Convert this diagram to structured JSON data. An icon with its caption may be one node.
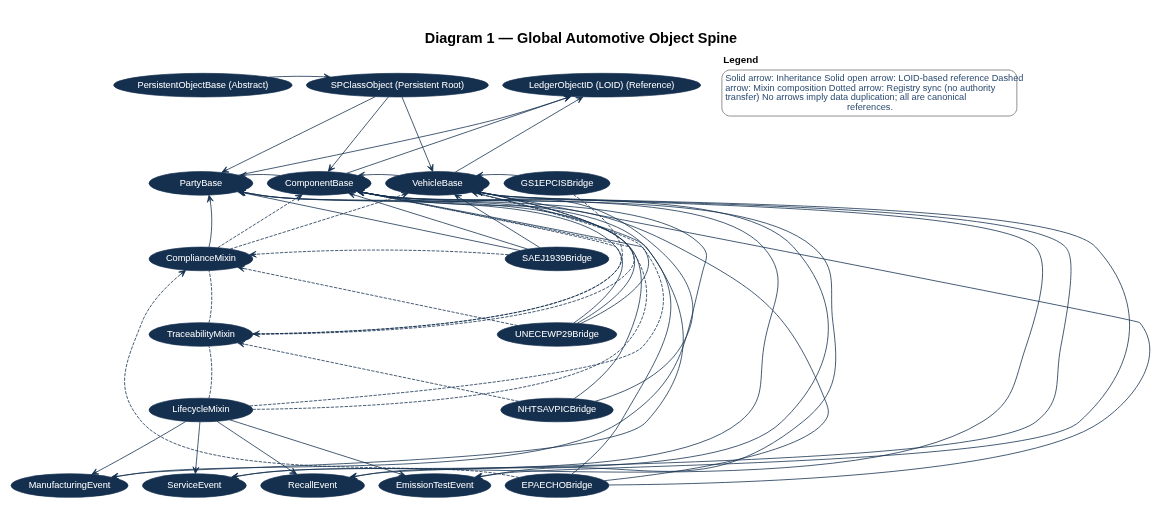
{
  "diagram": {
    "title": "Diagram 1 — Global Automotive Object Spine",
    "nodes": [
      {
        "text": [
          "PersistentObjectBase (Abstract)"
        ]
      },
      {
        "text": [
          "SPClassObject (Persistent Root)"
        ]
      },
      {
        "text": [
          "LedgerObjectID (LOID) (Reference)"
        ]
      },
      {
        "text": [
          "PartyBase"
        ]
      },
      {
        "text": [
          "ComponentBase"
        ]
      },
      {
        "text": [
          "VehicleBase"
        ]
      },
      {
        "text": [
          "GS1EPCISBridge"
        ]
      },
      {
        "text": [
          "SAEJ1939Bridge"
        ]
      },
      {
        "text": [
          "UNECEWP29Bridge"
        ]
      },
      {
        "text": [
          "NHTSAVPICBridge"
        ]
      },
      {
        "text": [
          "EPAECHOBridge"
        ]
      },
      {
        "text": [
          "ComplianceMixin"
        ]
      },
      {
        "text": [
          "TraceabilityMixin"
        ]
      },
      {
        "text": [
          "LifecycleMixin"
        ]
      },
      {
        "text": [
          "ManufacturingEvent"
        ]
      },
      {
        "text": [
          "ServiceEvent"
        ]
      },
      {
        "text": [
          "RecallEvent"
        ]
      },
      {
        "text": [
          "EmissionTestEvent"
        ]
      },
      {
        "text": [
          "Legend",
          "Solid arrow: Inheritance Solid open arrow: LOID-based reference Dashed arrow: Mixin composition Dotted arrow: Registry sync (no authority transfer) No arrows imply data duplication; all are canonical references."
        ]
      }
    ],
    "edges": [
      {
        "from": 0,
        "to": 1,
        "arrow": "to"
      },
      {
        "from": 1,
        "to": 3,
        "arrow": "to"
      },
      {
        "from": 1,
        "to": 4,
        "arrow": "to"
      },
      {
        "from": 1,
        "to": 5,
        "arrow": "to"
      },
      {
        "from": 3,
        "to": 2,
        "arrow": "to"
      },
      {
        "from": 4,
        "to": 2,
        "arrow": "to"
      },
      {
        "from": 5,
        "to": 2,
        "arrow": "to"
      },
      {
        "from": 4,
        "to": 3,
        "arrow": "to"
      },
      {
        "from": 5,
        "to": 4,
        "arrow": "to"
      },
      {
        "from": 6,
        "to": 5,
        "arrow": "to"
      },
      {
        "from": 7,
        "to": 3,
        "arrow": "to"
      },
      {
        "from": 7,
        "to": 4,
        "arrow": "to"
      },
      {
        "from": 7,
        "to": 5,
        "arrow": "to"
      },
      {
        "from": 8,
        "to": 3,
        "arrow": "to"
      },
      {
        "from": 8,
        "to": 4,
        "arrow": "to"
      },
      {
        "from": 8,
        "to": 5,
        "arrow": "to"
      },
      {
        "from": 9,
        "to": 3,
        "arrow": "to"
      },
      {
        "from": 9,
        "to": 4,
        "arrow": "to"
      },
      {
        "from": 10,
        "to": 3,
        "arrow": "to"
      },
      {
        "from": 10,
        "to": 4,
        "arrow": "to"
      },
      {
        "from": 10,
        "to": 5,
        "arrow": "to"
      },
      {
        "from": 11,
        "to": 3,
        "arrow": "to"
      },
      {
        "from": 11,
        "to": 4,
        "arrow": "to",
        "style": "dashed"
      },
      {
        "from": 11,
        "to": 5,
        "arrow": "to",
        "style": "dashed"
      },
      {
        "from": 12,
        "to": 4,
        "arrow": "to",
        "style": "dashed"
      },
      {
        "from": 12,
        "to": 5,
        "arrow": "to",
        "style": "dashed"
      },
      {
        "from": 13,
        "to": 4,
        "arrow": "to",
        "style": "dashed"
      },
      {
        "from": 13,
        "to": 5,
        "arrow": "to",
        "style": "dashed"
      },
      {
        "from": 13,
        "to": 12,
        "arrow": "none",
        "style": "dashed"
      },
      {
        "from": 12,
        "to": 11,
        "arrow": "none",
        "style": "dashed"
      },
      {
        "from": 6,
        "to": 12,
        "arrow": "to",
        "style": "dashed"
      },
      {
        "from": 7,
        "to": 11,
        "arrow": "to",
        "style": "dashed"
      },
      {
        "from": 8,
        "to": 11,
        "arrow": "to",
        "style": "dashed"
      },
      {
        "from": 9,
        "to": 12,
        "arrow": "to",
        "style": "dashed"
      },
      {
        "from": 10,
        "to": 11,
        "arrow": "to",
        "style": "dashed"
      },
      {
        "from": 4,
        "to": 14,
        "arrow": "to"
      },
      {
        "from": 4,
        "to": 15,
        "arrow": "to"
      },
      {
        "from": 4,
        "to": 16,
        "arrow": "to"
      },
      {
        "from": 4,
        "to": 17,
        "arrow": "to"
      },
      {
        "from": 5,
        "to": 14,
        "arrow": "to"
      },
      {
        "from": 5,
        "to": 15,
        "arrow": "to"
      },
      {
        "from": 5,
        "to": 16,
        "arrow": "to"
      },
      {
        "from": 5,
        "to": 17,
        "arrow": "to"
      },
      {
        "from": 13,
        "to": 14,
        "arrow": "to"
      },
      {
        "from": 13,
        "to": 15,
        "arrow": "to"
      },
      {
        "from": 13,
        "to": 16,
        "arrow": "to"
      },
      {
        "from": 13,
        "to": 17,
        "arrow": "to"
      }
    ]
  }
}
